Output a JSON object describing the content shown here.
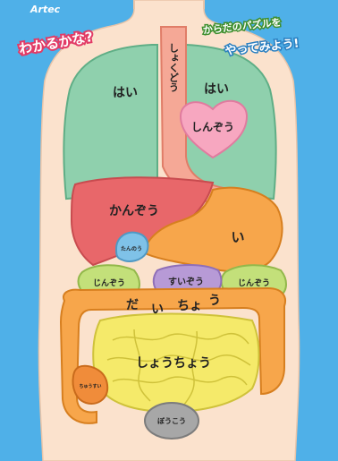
{
  "brand": {
    "logo_text": "Artec"
  },
  "headline_left": "わかるかな?",
  "headline_right": {
    "line1": "からだのパズルを",
    "line2": "やってみよう!"
  },
  "organs": {
    "esophagus": "しょくどう",
    "lung_left": "はい",
    "lung_right": "はい",
    "heart": "しんぞう",
    "liver": "かんぞう",
    "stomach": "い",
    "gallbladder": "たんのう",
    "kidney_left": "じんぞう",
    "kidney_right": "じんぞう",
    "pancreas": "すいぞう",
    "large_intestine": {
      "c1": "だ",
      "c2": "い",
      "c3": "ちょ",
      "c4": "う"
    },
    "small_intestine": "しょうちょう",
    "appendix": "ちゅうすい",
    "bladder": "ぼうこう"
  },
  "colors": {
    "background": "#4fb0e8",
    "skin": "#fbe2cd",
    "lung": "#8fd0ad",
    "heart": "#f7a7c0",
    "esophagus": "#f5a896",
    "liver": "#e8676a",
    "stomach": "#f7a64b",
    "kidney": "#c3e07a",
    "pancreas": "#b79ad6",
    "gallbladder": "#7fc2e8",
    "large_intestine": "#f7a64b",
    "small_intestine": "#f5ea6a",
    "appendix": "#f08c3a",
    "bladder": "#a7a7a7"
  }
}
